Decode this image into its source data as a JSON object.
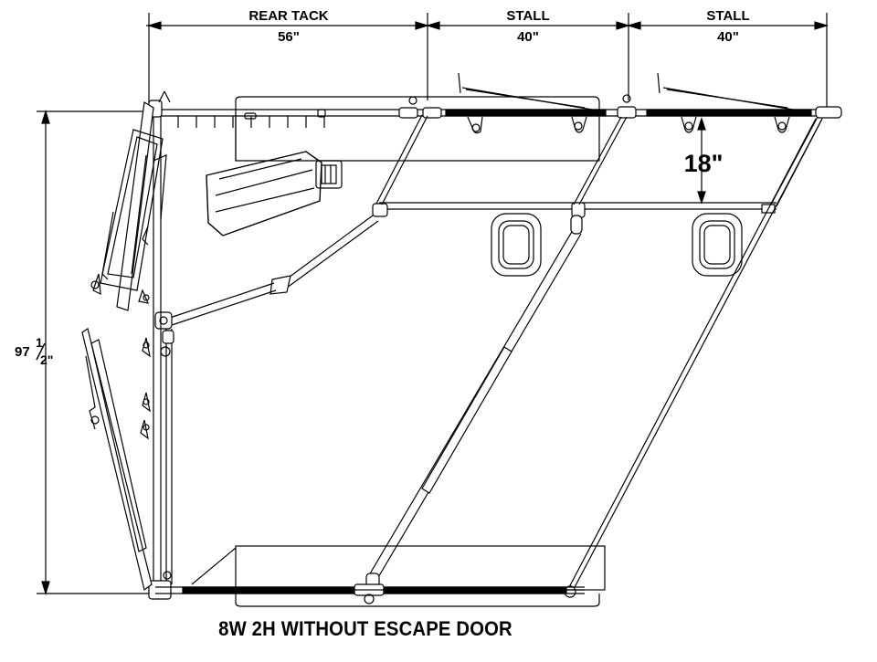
{
  "dimensions": {
    "rear_tack": {
      "label": "REAR TACK",
      "value": "56\""
    },
    "stall_1": {
      "label": "STALL",
      "value": "40\""
    },
    "stall_2": {
      "label": "STALL",
      "value": "40\""
    },
    "divider_depth": "18\"",
    "height_whole": "97",
    "height_numerator": "1",
    "height_denominator": "2\""
  },
  "caption": "8W 2H WITHOUT ESCAPE DOOR",
  "colors": {
    "ink": "#000000",
    "paper": "#ffffff"
  }
}
